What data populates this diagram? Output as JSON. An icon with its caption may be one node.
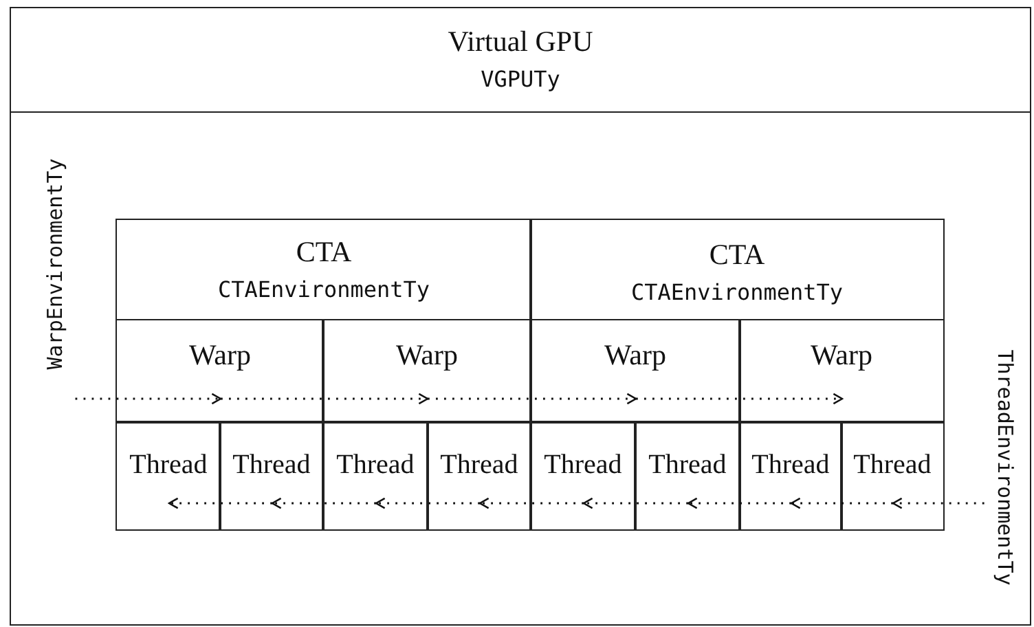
{
  "diagram": {
    "nodes": [
      {
        "text": [
          "Virtual GPU",
          "VGPUTy"
        ]
      },
      {
        "text": [
          "CTA",
          "CTAEnvironmentTy"
        ],
        "in": 0
      },
      {
        "text": [
          "Warp"
        ],
        "in": 1
      },
      {
        "text": [
          "Thread"
        ],
        "in": 1
      },
      {
        "text": [
          "Thread"
        ],
        "in": 1
      },
      {
        "text": [
          "Warp"
        ],
        "in": 1
      },
      {
        "text": [
          "Thread"
        ],
        "in": 1
      },
      {
        "text": [
          "Thread"
        ],
        "in": 1
      },
      {
        "text": [
          "CTA",
          "CTAEnvironmentTy"
        ],
        "in": 0
      },
      {
        "text": [
          "Warp"
        ],
        "in": 8
      },
      {
        "text": [
          "Thread"
        ],
        "in": 8
      },
      {
        "text": [
          "Thread"
        ],
        "in": 8
      },
      {
        "text": [
          "Warp"
        ],
        "in": 8
      },
      {
        "text": [
          "Thread"
        ],
        "in": 8
      },
      {
        "text": [
          "Thread"
        ],
        "in": 8
      },
      {
        "text": [
          "WarpEnvironmentTy"
        ],
        "in": 0
      },
      {
        "text": [
          "ThreadEnvironmentTy"
        ],
        "in": 0
      }
    ],
    "edges": [
      {
        "from": 15,
        "to": 2,
        "arrow": "to",
        "style": "dashed"
      },
      {
        "from": 2,
        "to": 5,
        "arrow": "to",
        "style": "dashed"
      },
      {
        "from": 5,
        "to": 9,
        "arrow": "to",
        "style": "dashed"
      },
      {
        "from": 9,
        "to": 12,
        "arrow": "to",
        "style": "dashed"
      },
      {
        "from": 16,
        "to": 14,
        "arrow": "to",
        "style": "dashed"
      },
      {
        "from": 14,
        "to": 13,
        "arrow": "to",
        "style": "dashed"
      },
      {
        "from": 13,
        "to": 11,
        "arrow": "to",
        "style": "dashed"
      },
      {
        "from": 11,
        "to": 10,
        "arrow": "to",
        "style": "dashed"
      },
      {
        "from": 10,
        "to": 7,
        "arrow": "to",
        "style": "dashed"
      },
      {
        "from": 7,
        "to": 6,
        "arrow": "to",
        "style": "dashed"
      },
      {
        "from": 6,
        "to": 4,
        "arrow": "to",
        "style": "dashed"
      },
      {
        "from": 4,
        "to": 3,
        "arrow": "to",
        "style": "dashed"
      }
    ]
  }
}
